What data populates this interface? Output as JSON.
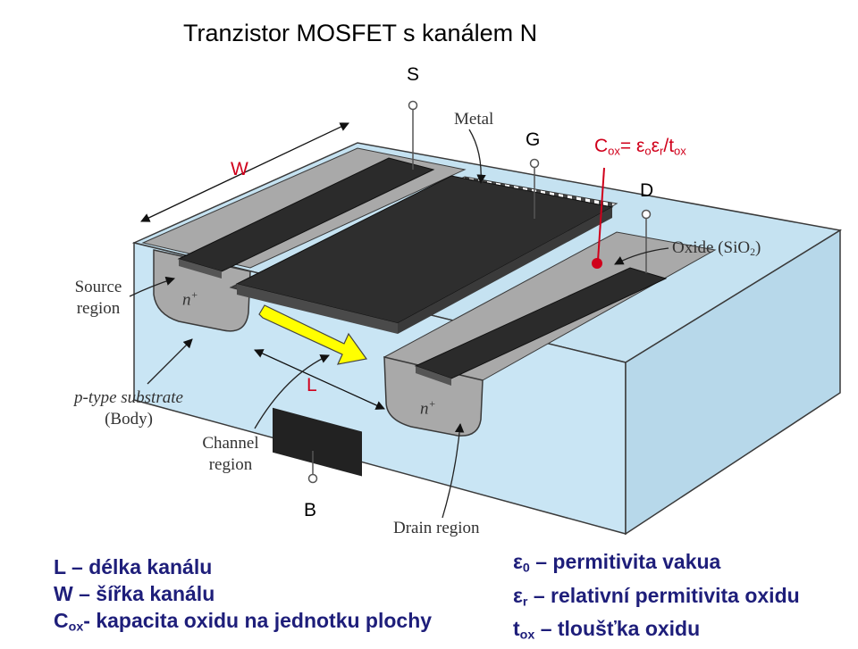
{
  "title": "Tranzistor MOSFET s kanálem N",
  "terminals": {
    "source": "S",
    "gate": "G",
    "drain": "D",
    "body": "B"
  },
  "dimension_labels": {
    "width": "W",
    "length": "L"
  },
  "formula": {
    "c": "C",
    "ox_sub": "ox",
    "eq": "= ε",
    "o_sub": "o",
    "eps": "ε",
    "r_sub": "r",
    "div": "/t",
    "ox_sub2": "ox"
  },
  "annotations": {
    "metal": "Metal",
    "oxide": "Oxide (SiO",
    "oxide_sub": "2",
    "oxide_end": ")",
    "source_region_1": "Source",
    "source_region_2": "region",
    "substrate_1": "p-type substrate",
    "substrate_2": "(Body)",
    "channel_1": "Channel",
    "channel_2": "region",
    "drain_region": "Drain region",
    "n_plus": "n"
  },
  "legend_left": {
    "l_row": "L – délka kanálu",
    "w_row": "W – šířka kanálu",
    "c_main": "C",
    "c_sub": "ox",
    "c_rest": "- kapacita oxidu na jednotku plochy"
  },
  "legend_right": {
    "e0_sym": "ε",
    "e0_sub": "0",
    "e0_text": " – permitivita vakua",
    "er_sym": "ε",
    "er_sub": "r",
    "er_text": " – relativní permitivita oxidu",
    "t_sym": "t",
    "t_sub": "ox",
    "t_text": " – tloušťka oxidu"
  },
  "colors": {
    "accent_red": "#d0001b",
    "legend_blue": "#1e1e7a",
    "substrate": "#c7e3f2",
    "n_region": "#a9a9a9",
    "metal": "#2b2b2b",
    "channel_arrow": "#ffff00"
  }
}
